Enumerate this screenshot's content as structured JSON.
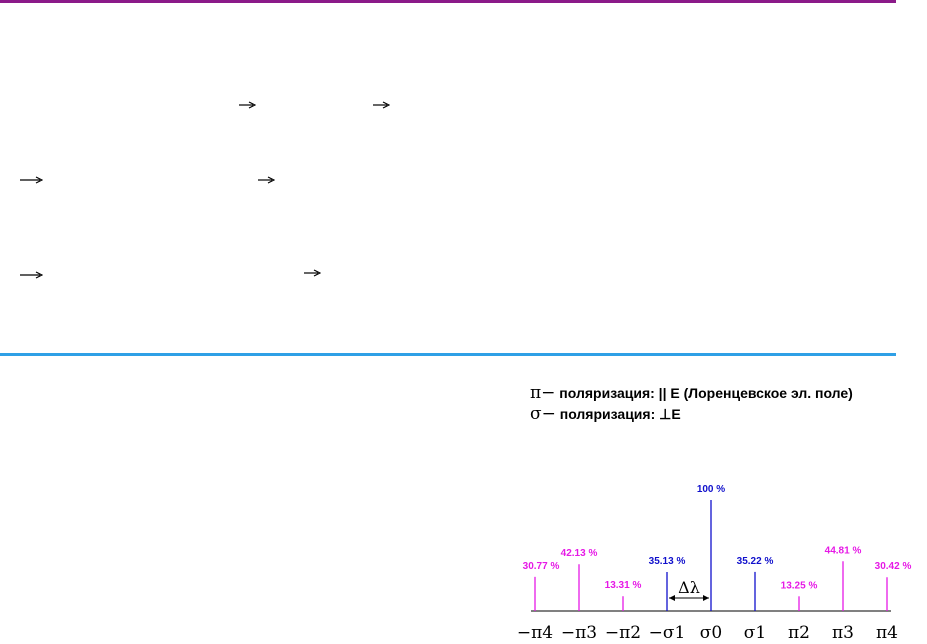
{
  "legend": {
    "pi_symbol": "π−",
    "pi_text": " поляризация:  || E  (Лоренцевское эл. поле)",
    "sigma_symbol": "σ−",
    "sigma_text": " поляризация:  ⊥E"
  },
  "delta_label": "Δλ",
  "colors": {
    "top_rule": "#8b1a89",
    "mid_rule": "#2fa0e6",
    "pi": "#e619e6",
    "sigma": "#1010cc"
  },
  "chart_data": {
    "type": "bar",
    "categories": [
      "−π4",
      "−π3",
      "−π2",
      "−σ1",
      "σ0",
      "σ1",
      "π2",
      "π3",
      "π4"
    ],
    "values": [
      30.77,
      42.13,
      13.31,
      35.13,
      100,
      35.22,
      13.25,
      44.81,
      30.42
    ],
    "labels": [
      "30.77 %",
      "42.13 %",
      "13.31 %",
      "35.13 %",
      "100 %",
      "35.22 %",
      "13.25 %",
      "44.81 %",
      "30.42 %"
    ],
    "polarization": [
      "pi",
      "pi",
      "pi",
      "sigma",
      "sigma",
      "sigma",
      "pi",
      "pi",
      "pi"
    ],
    "ylim": [
      0,
      100
    ]
  }
}
